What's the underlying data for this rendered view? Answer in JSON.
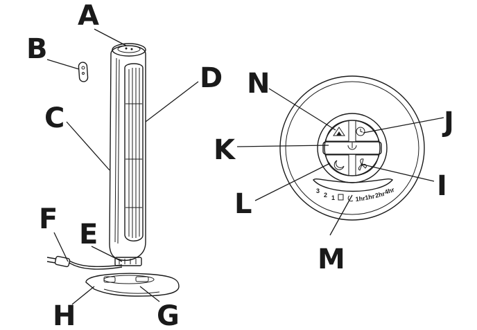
{
  "callouts": {
    "A": "A",
    "B": "B",
    "C": "C",
    "D": "D",
    "E": "E",
    "F": "F",
    "G": "G",
    "H": "H",
    "I": "I",
    "J": "J",
    "K": "K",
    "L": "L",
    "M": "M",
    "N": "N"
  },
  "panel_indicators": {
    "speed_3": "3",
    "speed_2": "2",
    "speed_1": "1",
    "timer_1hr": "1hr",
    "timer_1hr_b": "1hr",
    "timer_2hr": "2hr",
    "timer_4hr": "4hr"
  },
  "icons": [
    "power-icon",
    "oscillation-icon",
    "timer-icon",
    "fan-speed-icon",
    "night-mode-icon",
    "mode-icon"
  ]
}
